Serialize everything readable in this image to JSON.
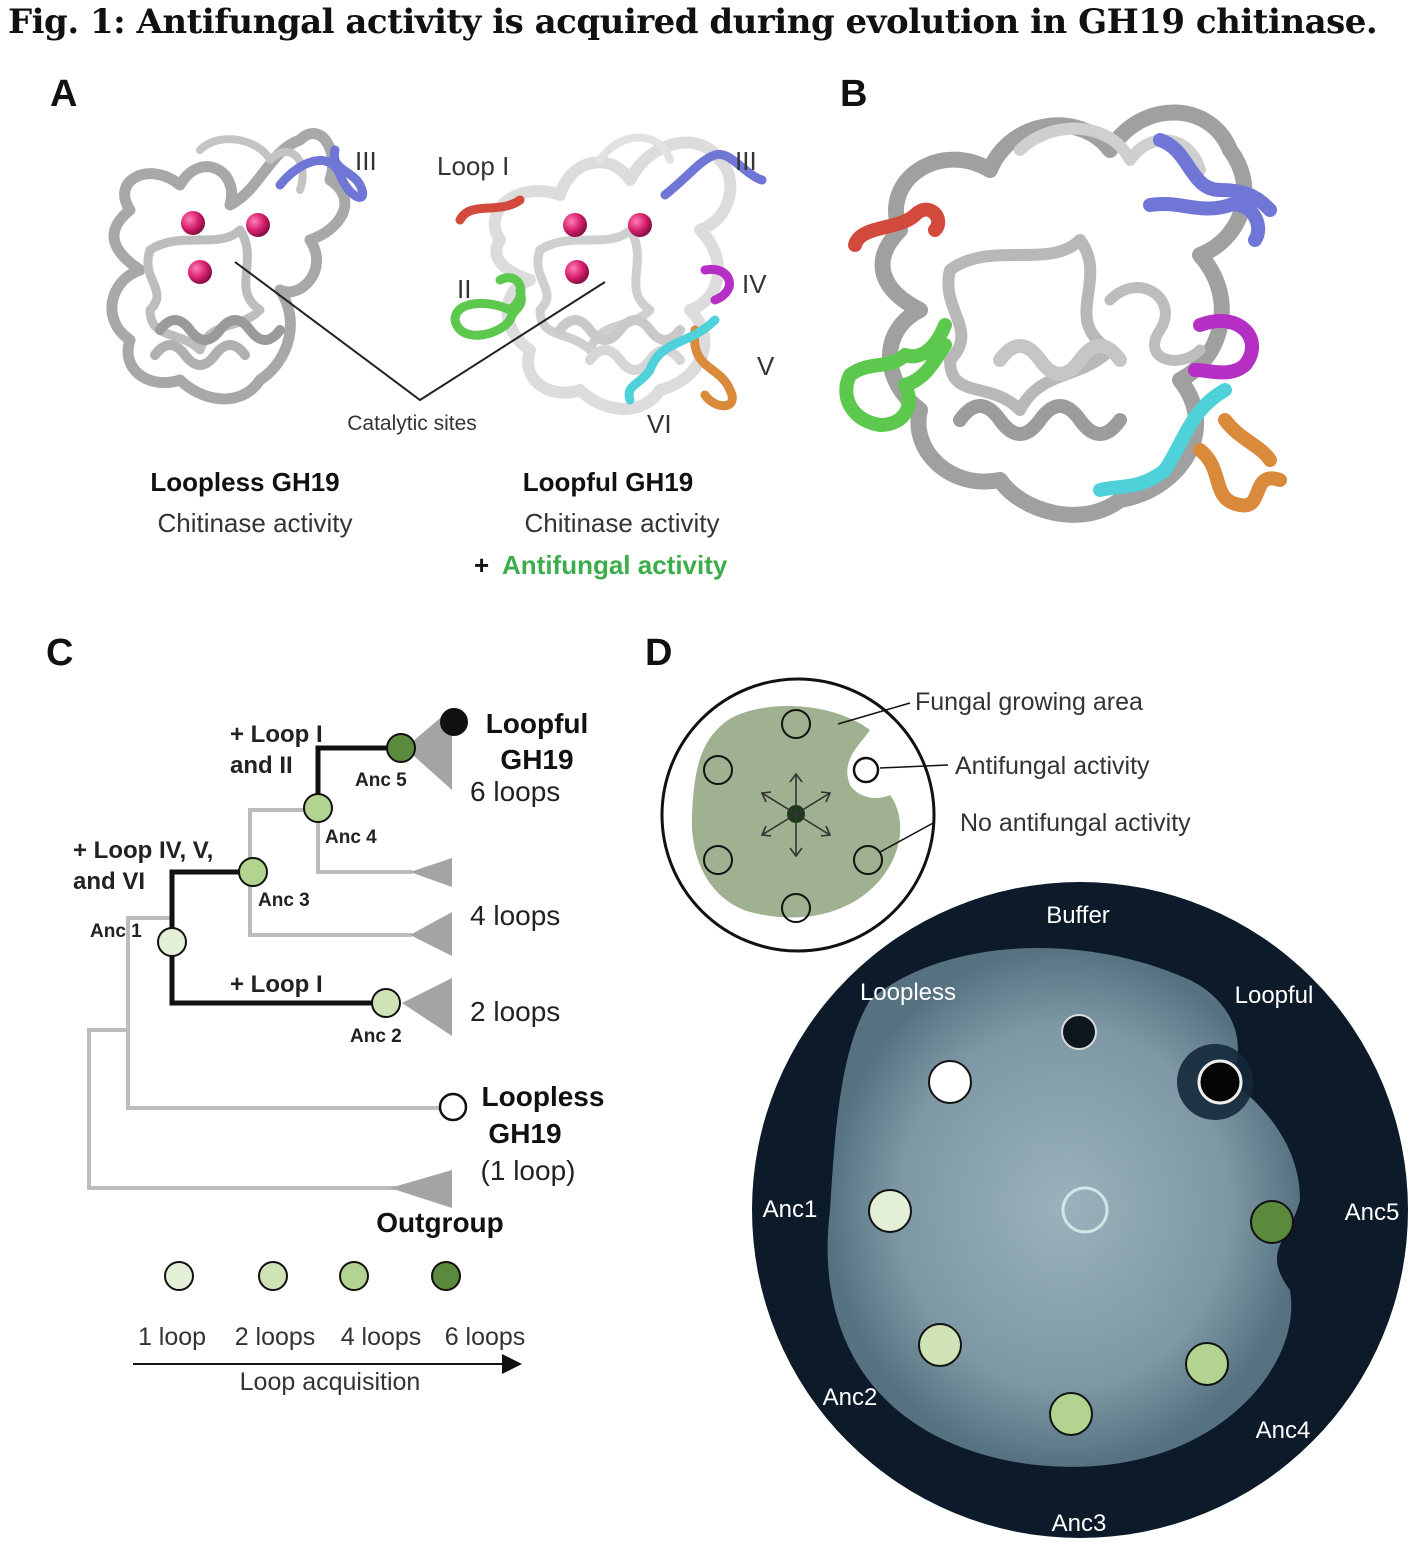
{
  "figure_title": "Fig. 1: Antifungal activity is acquired during evolution in GH19 chitinase.",
  "panels": {
    "A": "A",
    "B": "B",
    "C": "C",
    "D": "D"
  },
  "panel_a": {
    "loop_labels": {
      "loop_i": "Loop I",
      "ii": "II",
      "iii_left": "III",
      "iii_right": "III",
      "iv": "IV",
      "v": "V",
      "vi": "VI"
    },
    "catalytic_sites": "Catalytic sites",
    "loopless_title": "Loopless GH19",
    "loopless_activity": "Chitinase activity",
    "loopful_title": "Loopful GH19",
    "loopful_activity": "Chitinase activity",
    "antifungal_plus": "+",
    "antifungal_activity": "Antifungal activity"
  },
  "panel_c": {
    "events": {
      "loop_i_and_ii_1": "+ Loop I",
      "loop_i_and_ii_2": "and II",
      "loop_iv_v_vi_1": "+ Loop IV, V,",
      "loop_iv_v_vi_2": "and VI",
      "loop_i": "+ Loop I"
    },
    "nodes": {
      "anc1": "Anc 1",
      "anc2": "Anc 2",
      "anc3": "Anc 3",
      "anc4": "Anc 4",
      "anc5": "Anc 5"
    },
    "tips": {
      "loopful_1": "Loopful",
      "loopful_2": "GH19",
      "six_loops": "6 loops",
      "four_loops": "4 loops",
      "two_loops": "2 loops",
      "loopless_1": "Loopless",
      "loopless_2": "GH19",
      "one_loop": "(1 loop)",
      "outgroup": "Outgroup"
    },
    "legend": [
      "1 loop",
      "2 loops",
      "4 loops",
      "6 loops"
    ],
    "legend_colors": [
      "#e3efd6",
      "#cfe3b6",
      "#b3d491",
      "#5c8a3c"
    ],
    "axis_label": "Loop acquisition"
  },
  "panel_d": {
    "schematic": {
      "fungal_area": "Fungal growing area",
      "antifungal": "Antifungal activity",
      "no_antifungal": "No antifungal activity"
    },
    "plate": {
      "buffer": "Buffer",
      "loopless": "Loopless",
      "loopful": "Loopful",
      "anc1": "Anc1",
      "anc5": "Anc5",
      "anc2": "Anc2",
      "anc4": "Anc4",
      "anc3": "Anc3"
    }
  },
  "colors": {
    "loop_i": "#d24a3c",
    "loop_ii": "#5cc94e",
    "loop_iii": "#6f76d6",
    "loop_iv": "#b52fc4",
    "loop_v": "#d98a3a",
    "loop_vi": "#4fd1d9",
    "catalytic": "#d8206f",
    "antifungal_text": "#3dad4c",
    "fungal_fill": "#9fb190",
    "plate_bg": "#0c1a2a"
  }
}
